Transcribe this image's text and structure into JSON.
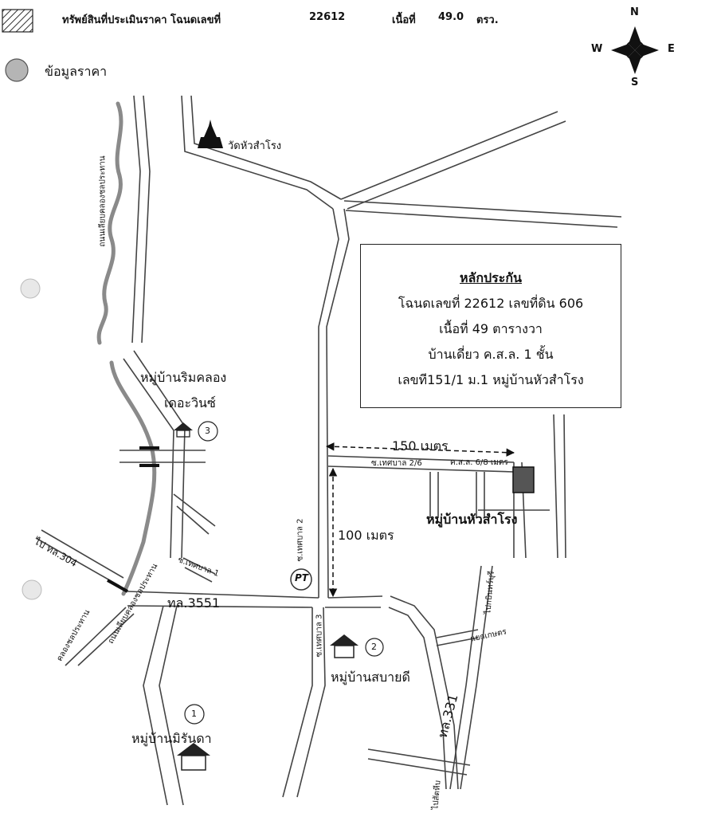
{
  "header": {
    "legend_appraised": "ทรัพย์สินที่ประเมินราคา โฉนดเลขที่",
    "deed_number": "22612",
    "area_label": "เนื้อที่",
    "area_value": "49.0",
    "area_unit": "ตรว.",
    "legend_price": "ข้อมูลราคา"
  },
  "compass": {
    "n": "N",
    "s": "S",
    "e": "E",
    "w": "W"
  },
  "collateral": {
    "title": "หลักประกัน",
    "line1": "โฉนดเลขที่ 22612 เลขที่ดิน 606",
    "line2": "เนื้อที่ 49 ตารางวา",
    "line3": "บ้านเดี่ยว ค.ส.ล. 1 ชั้น",
    "line4": "เลขที151/1 ม.1  หมู่บ้านหัวสำโรง"
  },
  "landmarks": {
    "temple": "วัดหัวสำโรง",
    "village_rimklong_1": "หมู่บ้านริมคลอง",
    "village_rimklong_2": "เดอะวินซ์",
    "village_rimklong_num": "3",
    "village_huasamrong": "หมู่บ้านหัวสำโรง",
    "village_sabaidee": "หมู่บ้านสบายดี",
    "village_sabaidee_num": "2",
    "village_mirunda": "หมู่บ้านมิรันดา",
    "village_mirunda_num": "1"
  },
  "distances": {
    "horizontal": "150 เมตร",
    "vertical": "100 เมตร"
  },
  "roads": {
    "canal_road_north": "ถนนเลียบคลองชลประทาน",
    "canal_road_south": "ถนนเลียบคลองชลประทาน",
    "canal": "คลองชลประทาน",
    "to_304": "ไป ทล.304",
    "hwy_3551": "ทล.3551",
    "soi_thesaban_1": "ซ.เทศบาล 1",
    "soi_thesaban_2": "ซ.เทศบาล 2",
    "soi_thesaban_3": "ซ.เทศบาล 3",
    "soi_thesaban_2_6": "ซ.เทศบาล 2/6",
    "road_width": "ค.ส.ล. 6/8 เมตร",
    "hwy_331": "ทล.331",
    "to_kabinburi": "ไปกบินทร์บุรี",
    "to_sattahip": "ไปสัตหีบ",
    "junction": "แยกเกษตร"
  },
  "ptt_logo": "PT"
}
